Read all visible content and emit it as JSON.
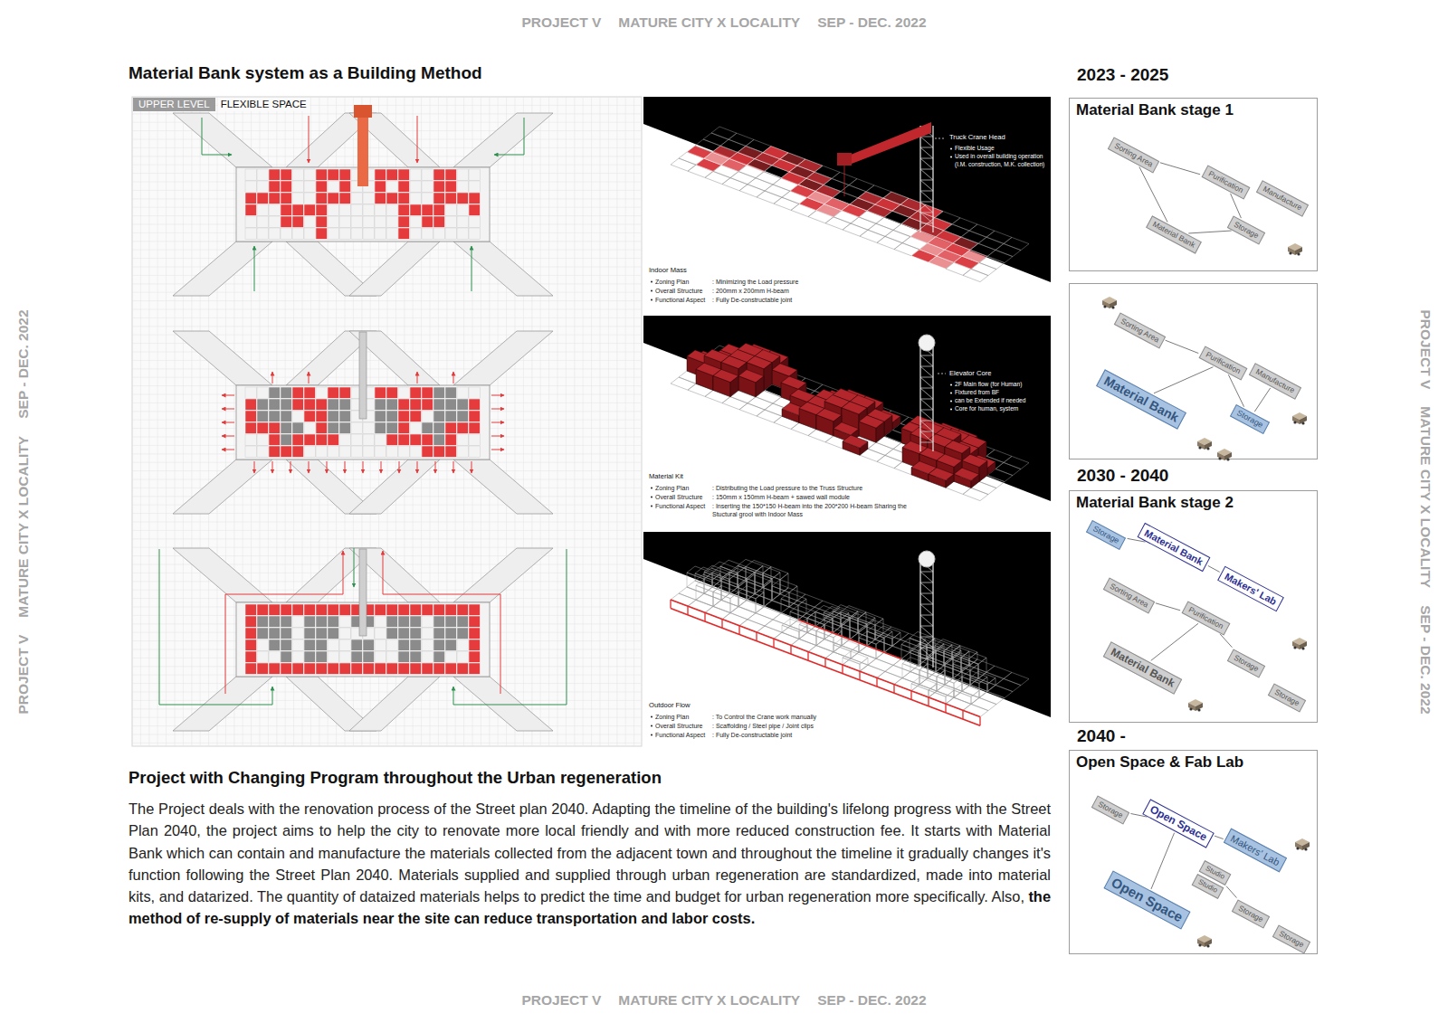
{
  "diagram": {
    "title": "Material Bank system as a Building Method",
    "nodes": [
      {
        "text": [
          "2023 - 2025",
          "Material Bank stage 1"
        ]
      },
      {
        "text": [
          "Sorting Area"
        ],
        "in": 0
      },
      {
        "text": [
          "Purification"
        ],
        "in": 0
      },
      {
        "text": [
          "Manufacture"
        ],
        "in": 0
      },
      {
        "text": [
          "Storage"
        ],
        "in": 0
      },
      {
        "text": [
          "Material Bank"
        ],
        "in": 0
      },
      {
        "text": [
          "Sorting Area"
        ]
      },
      {
        "text": [
          "Purification"
        ]
      },
      {
        "text": [
          "Manufacture"
        ]
      },
      {
        "text": [
          "Material Bank"
        ]
      },
      {
        "text": [
          "Storage"
        ]
      },
      {
        "text": [
          "2030 - 2040",
          "Material Bank stage 2"
        ]
      },
      {
        "text": [
          "Storage"
        ],
        "in": 11
      },
      {
        "text": [
          "Material Bank"
        ],
        "in": 11
      },
      {
        "text": [
          "Makers' Lab"
        ],
        "in": 11
      },
      {
        "text": [
          "Sorting Area"
        ],
        "in": 11
      },
      {
        "text": [
          "Purification"
        ],
        "in": 11
      },
      {
        "text": [
          "Material Bank"
        ],
        "in": 11
      },
      {
        "text": [
          "Storage"
        ],
        "in": 11
      },
      {
        "text": [
          "Storage"
        ],
        "in": 11
      },
      {
        "text": [
          "2040 -",
          "Open Space & Fab Lab"
        ]
      },
      {
        "text": [
          "Storage"
        ],
        "in": 20
      },
      {
        "text": [
          "Open Space"
        ],
        "in": 20
      },
      {
        "text": [
          "Makers' Lab"
        ],
        "in": 20
      },
      {
        "text": [
          "Open Space"
        ],
        "in": 20
      },
      {
        "text": [
          "Studio"
        ],
        "in": 20
      },
      {
        "text": [
          "Studio"
        ],
        "in": 20
      },
      {
        "text": [
          "Storage"
        ],
        "in": 20
      },
      {
        "text": [
          "Storage"
        ],
        "in": 20
      }
    ],
    "edges": [
      {
        "from": 1,
        "to": 2,
        "arrow": "none"
      },
      {
        "from": 2,
        "to": 4,
        "arrow": "none"
      },
      {
        "from": 5,
        "to": 4,
        "arrow": "none"
      },
      {
        "from": 1,
        "to": 5,
        "arrow": "none"
      },
      {
        "from": 6,
        "to": 7,
        "arrow": "none"
      },
      {
        "from": 7,
        "to": 10,
        "arrow": "none"
      },
      {
        "from": 8,
        "to": 10,
        "arrow": "none"
      },
      {
        "from": 9,
        "to": 7,
        "arrow": "none"
      },
      {
        "from": 12,
        "to": 13,
        "arrow": "none"
      },
      {
        "from": 13,
        "to": 14,
        "arrow": "none"
      },
      {
        "from": 15,
        "to": 16,
        "arrow": "none"
      },
      {
        "from": 16,
        "to": 18,
        "arrow": "none"
      },
      {
        "from": 17,
        "to": 16,
        "arrow": "none"
      },
      {
        "from": 21,
        "to": 22,
        "arrow": "none"
      },
      {
        "from": 22,
        "to": 23,
        "arrow": "none"
      },
      {
        "from": 24,
        "to": 22,
        "arrow": "none"
      },
      {
        "from": 25,
        "to": 27,
        "arrow": "none"
      }
    ],
    "labels": [
      "PROJECT V",
      "MATURE CITY X LOCALITY",
      "SEP - DEC. 2022",
      "PROJECT V",
      "MATURE CITY X LOCALITY",
      "SEP - DEC. 2022",
      "PROJECT V",
      "MATURE CITY X LOCALITY",
      "SEP - DEC. 2022",
      "PROJECT V",
      "MATURE CITY X LOCALITY",
      "SEP - DEC. 2022",
      "UPPER LEVEL",
      "FLEXIBLE SPACE",
      "Truck Crane Head",
      "Flexible Usage",
      "Used in overall building operation (I.M. construction, M.K. collection)",
      "Indoor Mass",
      "Zoning Plan",
      ": Minimizing the Load pressure",
      "Overall Structure",
      ": 200mm x 200mm H-beam",
      "Functional Aspect",
      ": Fully De-constructable joint",
      "Elevator Core",
      "2F Main flow (for Human)",
      "Fixtured from BF",
      "can be Extended if needed",
      "Core for human, system",
      "Material Kit",
      "Zoning Plan",
      ": Distributing the Load pressure to the Truss Structure",
      "Overall Structure",
      ": 150mm x 150mm H-beam + sawed wall module",
      "Functional Aspect",
      ": Inserting the 150*150 H-beam into the 200*200 H-beam Sharing the Stuctural grool with Indoor Mass",
      "Outdoor Flow",
      "Zoning Plan",
      ": To Control the Crane work manually",
      "Overall Structure",
      ": Scaffolding / Steel pipe / Joint clips",
      "Functional Aspect",
      ": Fully De-constructable joint",
      "Project with Changing Program throughout the Urban regeneration",
      "The Project deals with the renovation process of the Street plan 2040. Adapting the timeline of the building's lifelong progress with the Street Plan 2040, the project aims to help the city to renovate more local friendly and with more reduced construction fee. It starts with Material Bank which can contain and manufacture the materials collected from the adjacent town and throughout the timeline it gradually changes it's function following the Street Plan 2040. Materials supplied and supplied through urban regeneration are standardized, made into material kits, and datarized. The quantity of dataized materials helps to predict the time and budget for urban regeneration more specifically. Also,",
      "the method of re-supply of materials near the site can reduce transportation and labor costs."
    ]
  }
}
